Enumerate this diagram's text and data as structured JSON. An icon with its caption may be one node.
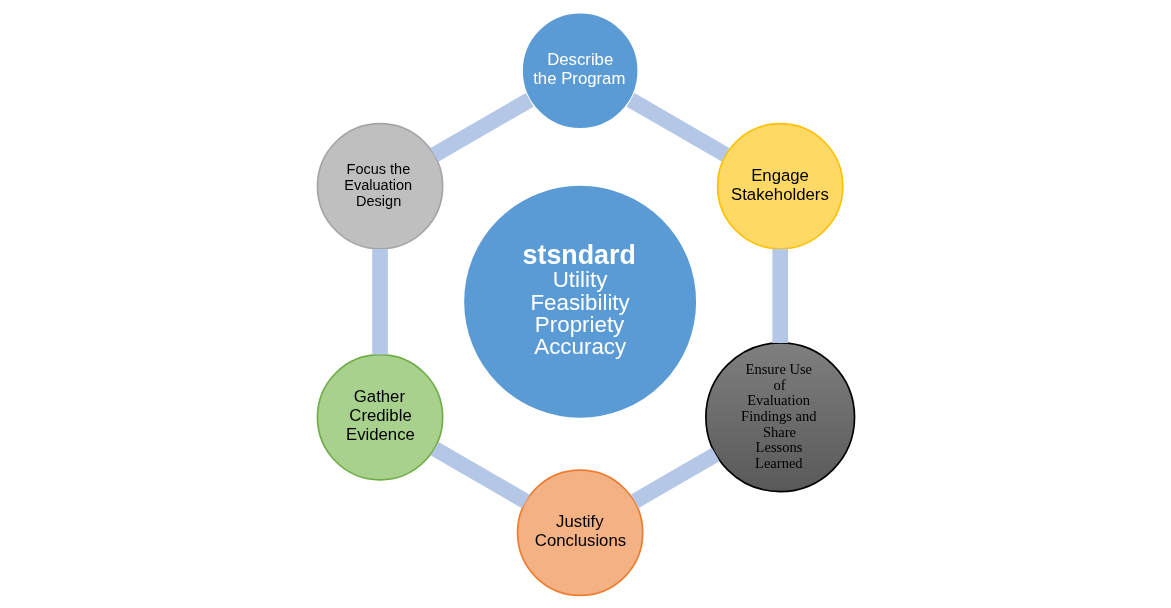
{
  "diagram": {
    "nodes": [
      {
        "text": [
          "stsndard",
          "Utility",
          "Feasibility",
          "Propriety",
          "Accuracy"
        ]
      },
      {
        "text": [
          "Engage Stakeholders"
        ]
      },
      {
        "text": [
          "Describe the Program"
        ]
      },
      {
        "text": [
          "Focus the Evaluation Design"
        ]
      },
      {
        "text": [
          "Gather Credible Evidence"
        ]
      },
      {
        "text": [
          "Justify Conclusions"
        ]
      },
      {
        "text": [
          "Ensure Use of Evaluation Findings and Share Lessons Learned"
        ]
      }
    ],
    "edges": [
      {
        "from": 1,
        "to": 2,
        "arrow": "none"
      },
      {
        "from": 2,
        "to": 3,
        "arrow": "none"
      },
      {
        "from": 3,
        "to": 4,
        "arrow": "none"
      },
      {
        "from": 4,
        "to": 5,
        "arrow": "none"
      },
      {
        "from": 5,
        "to": 6,
        "arrow": "none"
      },
      {
        "from": 6,
        "to": 1,
        "arrow": "none"
      }
    ]
  }
}
